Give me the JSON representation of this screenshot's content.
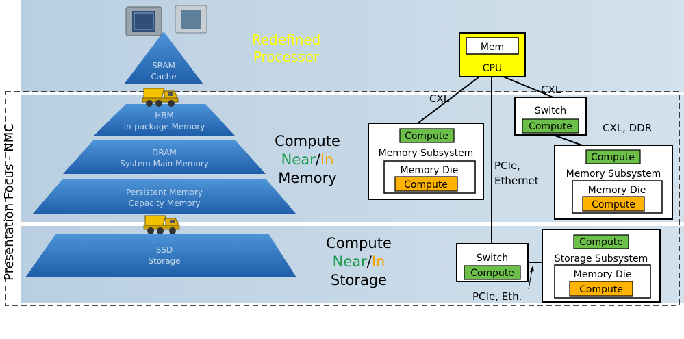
{
  "side_label": "Presentation Focus - NMC",
  "processor": {
    "line1": "Redefined",
    "line2": "Processor"
  },
  "pyramid": {
    "sram": [
      "SRAM",
      "Cache"
    ],
    "hbm": [
      "HBM",
      "In-package Memory"
    ],
    "dram": [
      "DRAM",
      "System Main Memory"
    ],
    "pmem": [
      "Persistent Memory",
      "Capacity Memory"
    ],
    "ssd": [
      "SSD",
      "Storage"
    ]
  },
  "memory_heading": {
    "line1": "Compute",
    "near": "Near",
    "slash": "/",
    "in": "In",
    "line3": "Memory"
  },
  "storage_heading": {
    "line1": "Compute",
    "near": "Near",
    "slash": "/",
    "in": "In",
    "line3": "Storage"
  },
  "cpu": {
    "mem": "Mem",
    "label": "CPU"
  },
  "links": {
    "cxl_left": "CXL",
    "cxl_right": "CXL",
    "cxl_ddr": "CXL, DDR",
    "pcie_eth_1": "PCIe,",
    "pcie_eth_2": "Ethernet",
    "pcie_eth_short": "PCIe, Eth."
  },
  "mem_subsystem_left": {
    "compute": "Compute",
    "title": "Memory Subsystem",
    "die": "Memory Die",
    "die_compute": "Compute"
  },
  "switch_top": {
    "label": "Switch",
    "compute": "Compute"
  },
  "mem_subsystem_right": {
    "compute": "Compute",
    "title": "Memory Subsystem",
    "die": "Memory Die",
    "die_compute": "Compute"
  },
  "switch_bottom": {
    "label": "Switch",
    "compute": "Compute"
  },
  "storage_subsystem": {
    "compute": "Compute",
    "title": "Storage Subsystem",
    "die": "Memory Die",
    "die_compute": "Compute"
  },
  "colors": {
    "green": "#1a9a4a",
    "orange": "#f5a300",
    "yellow": "#ffff00",
    "green_box": "#6cc04a",
    "orange_box": "#ffb200",
    "pyramid_top": "#4a8fd4",
    "pyramid_bottom": "#1e5fae"
  }
}
